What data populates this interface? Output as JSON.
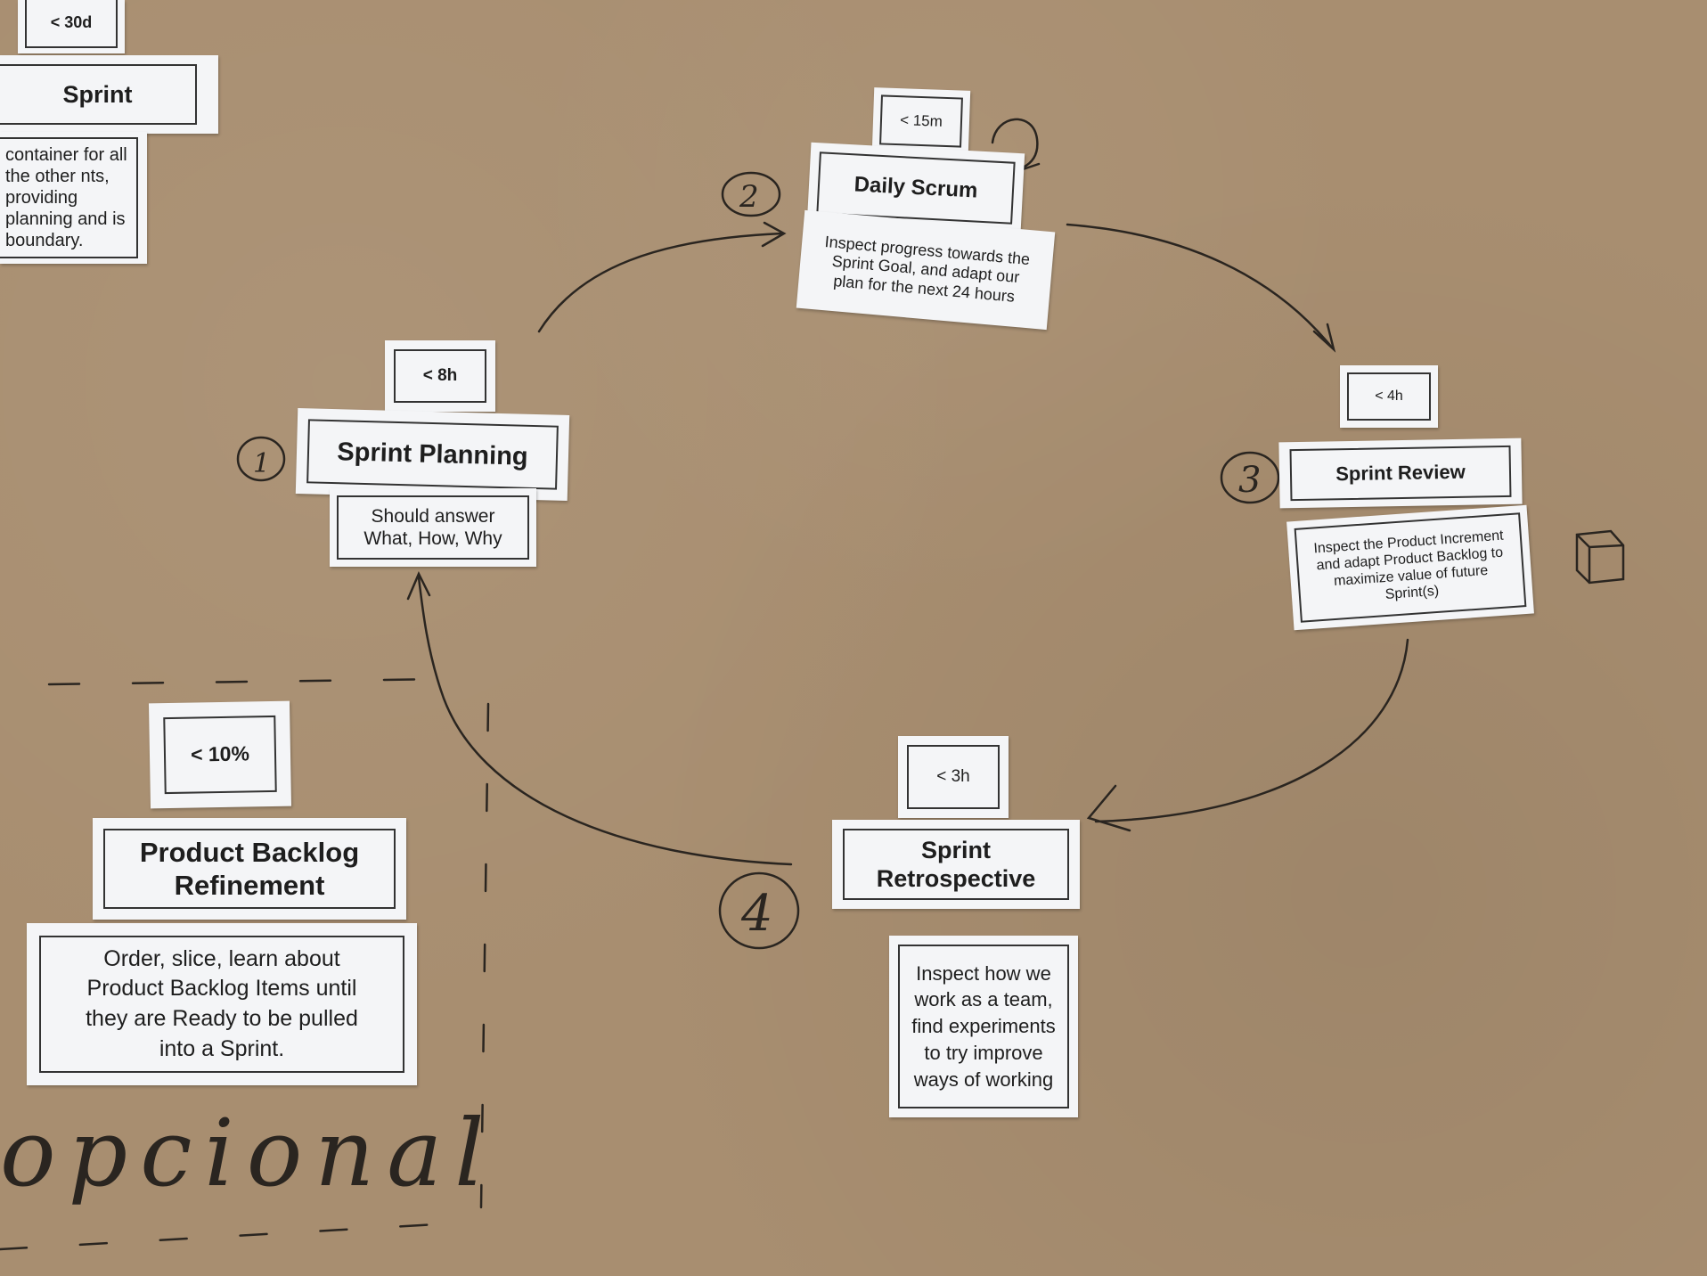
{
  "cards": {
    "sprint": {
      "time": "< 30d",
      "title": "Sprint",
      "desc": "container for all the other nts, providing planning and is boundary."
    },
    "daily_scrum": {
      "number": "2",
      "time": "< 15m",
      "title": "Daily Scrum",
      "desc": "Inspect progress towards the Sprint Goal, and adapt our plan for the next 24 hours"
    },
    "sprint_planning": {
      "number": "1",
      "time": "< 8h",
      "title": "Sprint Planning",
      "desc": "Should answer What, How, Why"
    },
    "sprint_review": {
      "number": "3",
      "time": "< 4h",
      "title": "Sprint Review",
      "desc": "Inspect the Product Increment and adapt Product Backlog to maximize value of future Sprint(s)"
    },
    "sprint_retrospective": {
      "number": "4",
      "time": "< 3h",
      "title": "Sprint Retrospective",
      "desc": "Inspect how we work as a team, find experiments to try improve ways of working"
    },
    "backlog_refinement": {
      "time": "< 10%",
      "title": "Product Backlog Refinement",
      "desc": "Order, slice, learn about Product Backlog Items until they are Ready to be pulled into a Sprint."
    }
  },
  "handwriting": {
    "opcional": "opcional"
  },
  "colors": {
    "background": "#a88e70",
    "card": "#f4f5f7",
    "ink": "#2a2520"
  }
}
